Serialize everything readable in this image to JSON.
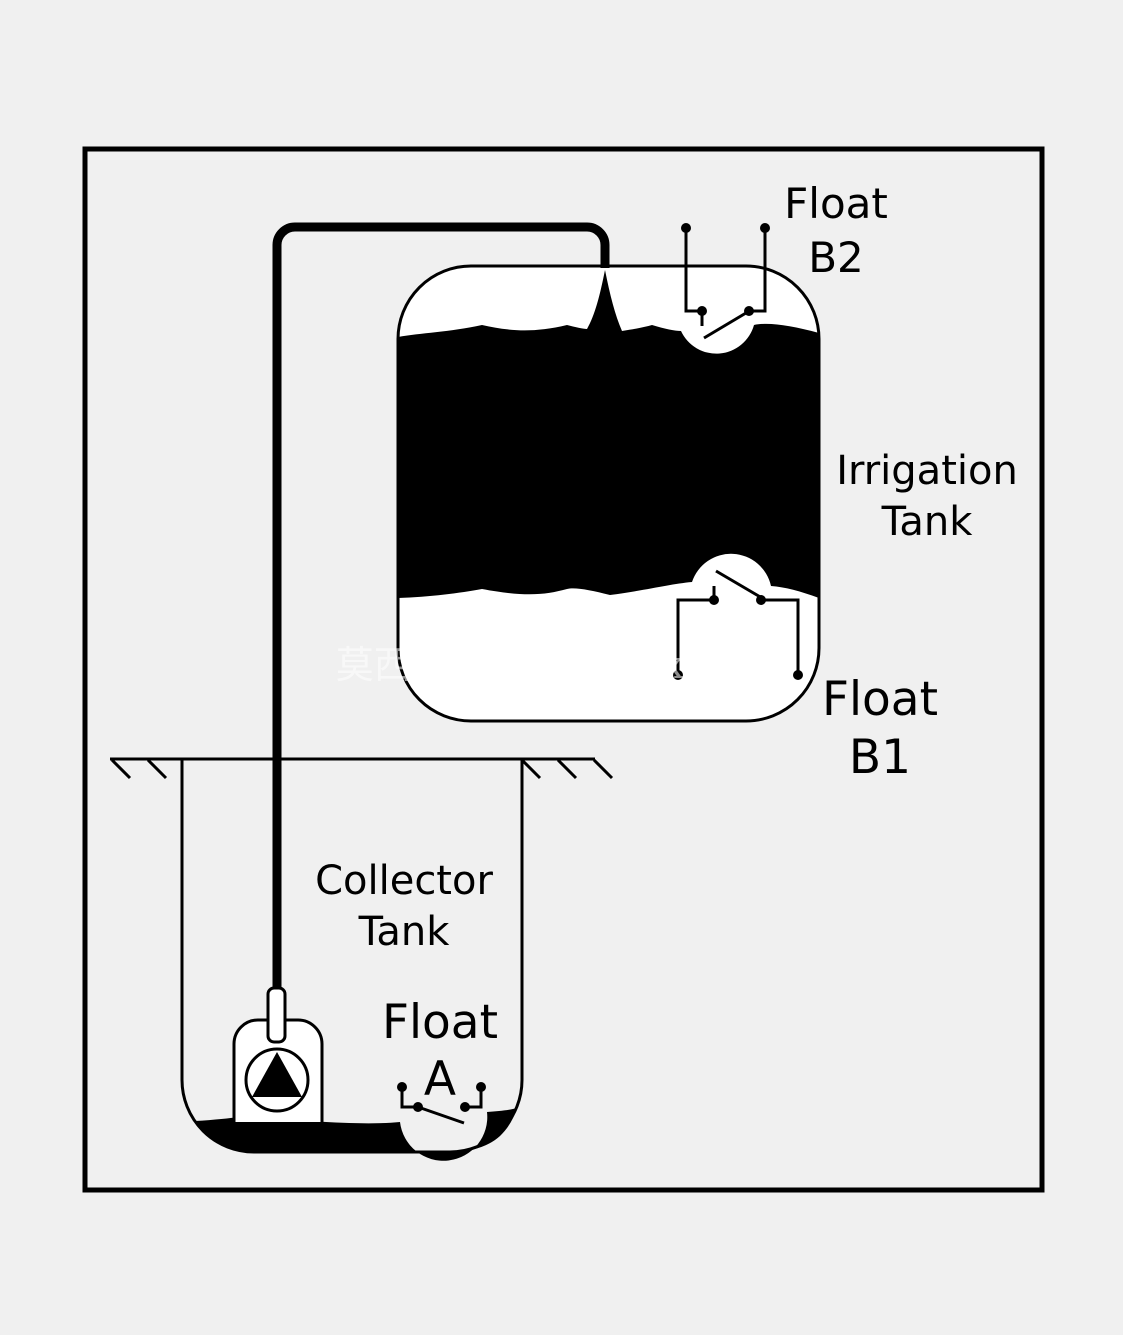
{
  "labels": {
    "float_b2_line1": "Float",
    "float_b2_line2": "B2",
    "irrigation_line1": "Irrigation",
    "irrigation_line2": "Tank",
    "float_b1_line1": "Float",
    "float_b1_line2": "B1",
    "collector_line1": "Collector",
    "collector_line2": "Tank",
    "float_a_line1": "Float",
    "float_a_line2": "A"
  },
  "watermark": "莫西网www.3dmoxi.com",
  "colors": {
    "background": "#f0f0f0",
    "ink": "#000000",
    "tank_fill": "#ffffff"
  },
  "icons": {
    "pump": "pump-triangle-icon",
    "switch": "float-switch-icon"
  }
}
